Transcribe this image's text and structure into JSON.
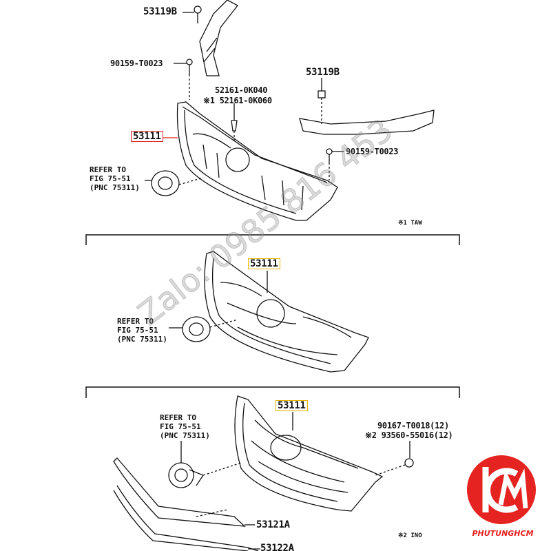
{
  "section1": {
    "labels": {
      "clip_top": "53119B",
      "screw_left": "90159-T0023",
      "retainer_a": "52161-0K040",
      "retainer_b": "※1 52161-0K060",
      "clip_right": "53119B",
      "grille": "53111",
      "screw_right": "90159-T0023"
    },
    "refer": [
      "REFER TO",
      "FIG 75-51",
      "(PNC 75311)"
    ],
    "note": "※1 TAW"
  },
  "section2": {
    "labels": {
      "grille": "53111"
    },
    "refer": [
      "REFER TO",
      "FIG 75-51",
      "(PNC 75311)"
    ]
  },
  "section3": {
    "labels": {
      "grille": "53111",
      "screw_a": "90167-T0018(12)",
      "screw_b": "※2 93560-55016(12)",
      "molding_upper": "53121A",
      "molding_lower": "53122A"
    },
    "refer": [
      "REFER TO",
      "FIG 75-51",
      "(PNC 75311)"
    ],
    "note": "※2 INO"
  },
  "watermark": {
    "text": "Zalo: 0985 816 453"
  },
  "logo": {
    "text": "PHUTUNGHCM",
    "color": "#e52421"
  }
}
